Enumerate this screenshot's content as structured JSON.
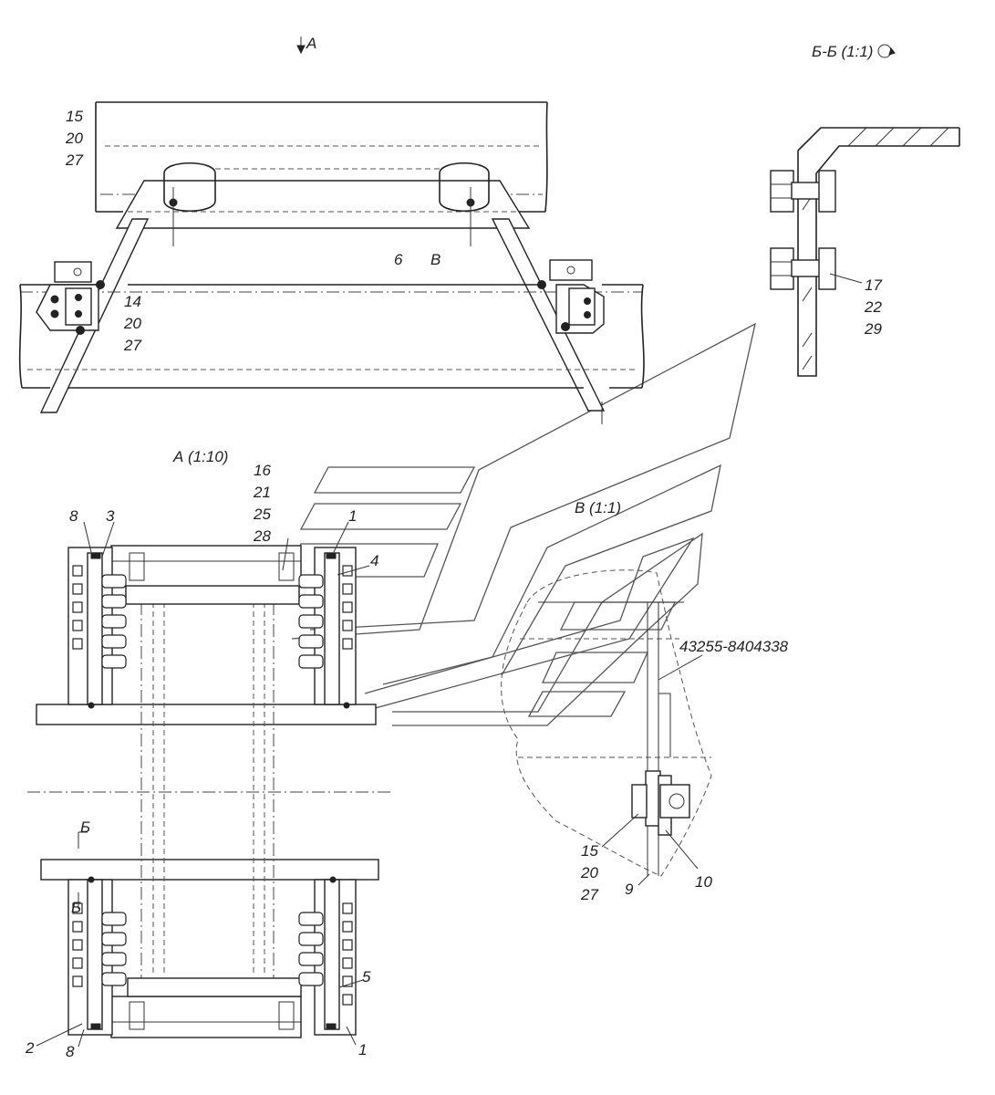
{
  "views": {
    "view_a_marker": "А",
    "section_bb_title": "Б-Б (1:1)",
    "view_a_title": "А (1:10)",
    "view_v_title": "В (1:1)",
    "section_b_top": "Б",
    "section_b_bottom": "Б"
  },
  "callouts": {
    "top_left_15": "15",
    "top_left_20": "20",
    "top_left_27": "27",
    "part_6": "6",
    "view_v_marker": "В",
    "left_14": "14",
    "left_20": "20",
    "left_27": "27",
    "bb_17": "17",
    "bb_22": "22",
    "bb_29": "29",
    "a_16": "16",
    "a_21": "21",
    "a_25": "25",
    "a_28": "28",
    "a_8_top": "8",
    "a_3": "3",
    "a_1_top": "1",
    "a_4": "4",
    "a_5": "5",
    "a_2": "2",
    "a_8_bottom": "8",
    "a_1_bottom": "1",
    "part_number": "43255-8404338",
    "v_15": "15",
    "v_20": "20",
    "v_27": "27",
    "v_9": "9",
    "v_10": "10"
  }
}
